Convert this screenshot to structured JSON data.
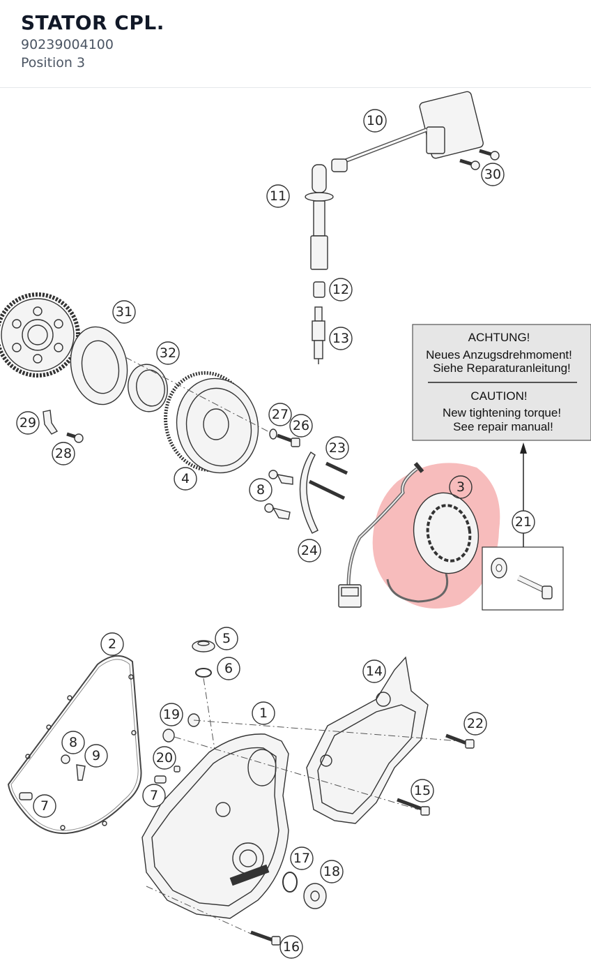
{
  "header": {
    "title": "STATOR CPL.",
    "part_number": "90239004100",
    "position": "Position 3"
  },
  "note": {
    "line1": "ACHTUNG!",
    "line2": "Neues Anzugsdrehmoment!",
    "line3": "Siehe Reparaturanleitung!",
    "line4": "CAUTION!",
    "line5": "New tightening torque!",
    "line6": "See repair manual!"
  },
  "callouts": {
    "c1": "1",
    "c2": "2",
    "c3": "3",
    "c4": "4",
    "c5": "5",
    "c6": "6",
    "c7a": "7",
    "c7b": "7",
    "c8a": "8",
    "c8b": "8",
    "c9": "9",
    "c10": "10",
    "c11": "11",
    "c12": "12",
    "c13": "13",
    "c14": "14",
    "c15": "15",
    "c16": "16",
    "c17": "17",
    "c18": "18",
    "c19": "19",
    "c20": "20",
    "c21": "21",
    "c22": "22",
    "c23": "23",
    "c24": "24",
    "c26": "26",
    "c27": "27",
    "c28": "28",
    "c29": "29",
    "c30": "30",
    "c31": "31",
    "c32": "32"
  },
  "colors": {
    "highlight": "#f4a6a6",
    "callout_stroke": "#333333",
    "note_background": "#e6e6e6"
  }
}
